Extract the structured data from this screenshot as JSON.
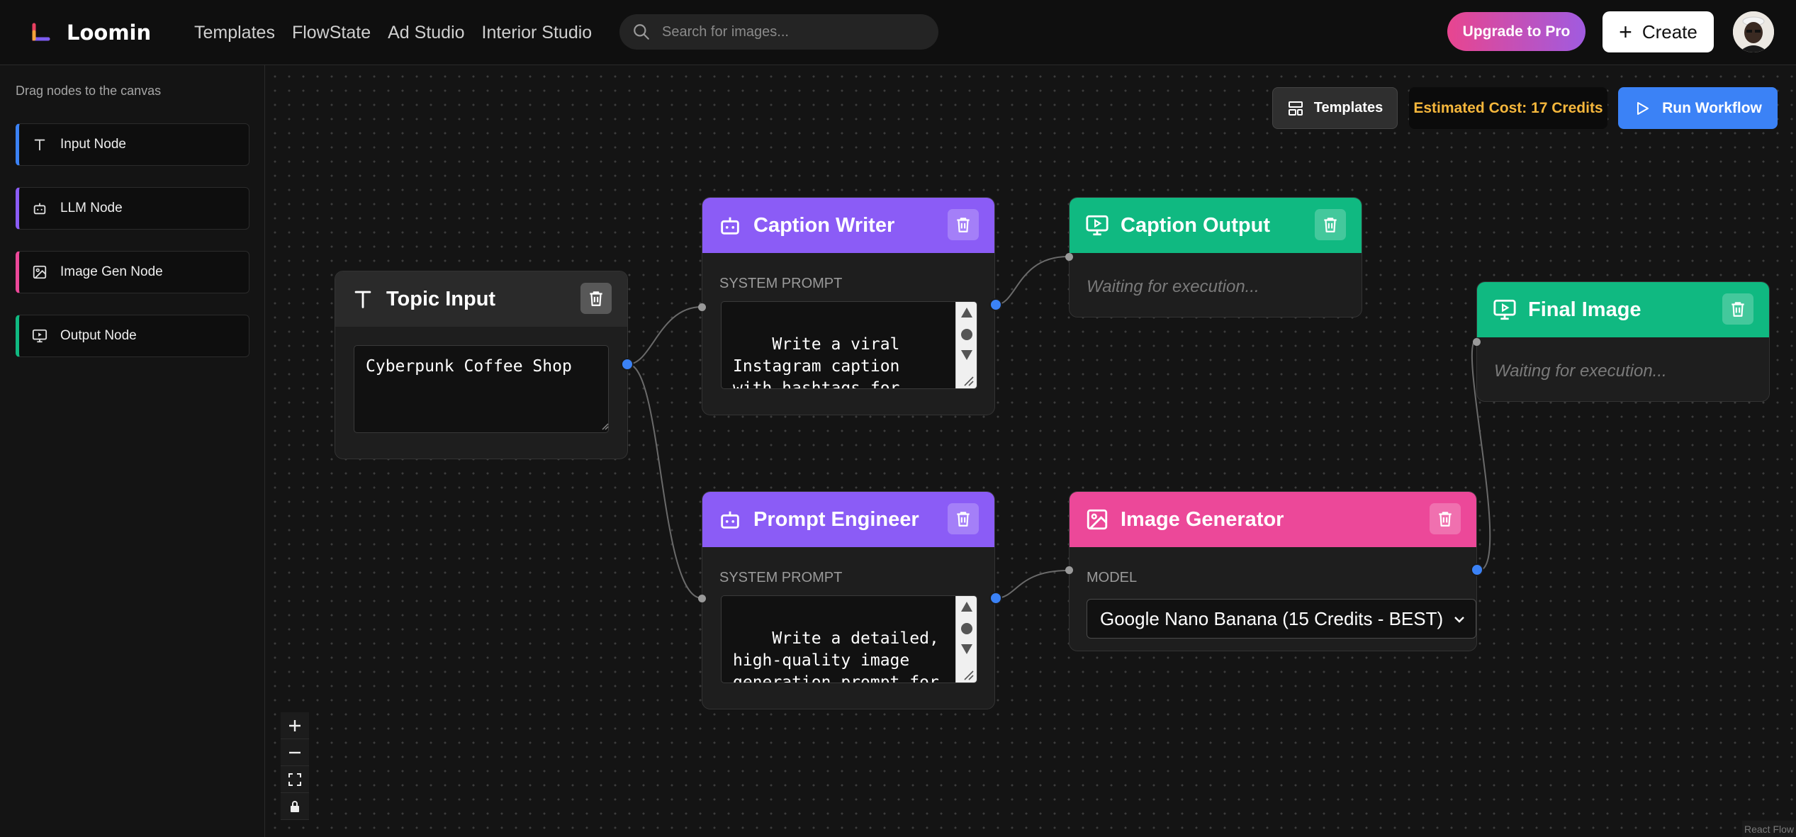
{
  "app": {
    "name": "Loomin",
    "nav": [
      "Templates",
      "FlowState",
      "Ad Studio",
      "Interior Studio"
    ],
    "search_placeholder": "Search for images...",
    "upgrade_label": "Upgrade to Pro",
    "create_label": "Create",
    "create_icon": "+"
  },
  "sidebar": {
    "hint": "Drag nodes to the canvas",
    "items": [
      {
        "label": "Input Node",
        "icon": "text-icon",
        "color": "#3b82f6"
      },
      {
        "label": "LLM Node",
        "icon": "bot-icon",
        "color": "#8b5cf6"
      },
      {
        "label": "Image Gen Node",
        "icon": "image-icon",
        "color": "#ec4899"
      },
      {
        "label": "Output Node",
        "icon": "monitor-icon",
        "color": "#10b981"
      }
    ]
  },
  "toolbar": {
    "templates_label": "Templates",
    "cost_label": "Estimated Cost: 17 Credits",
    "run_label": "Run Workflow"
  },
  "nodes": {
    "topic_input": {
      "title": "Topic Input",
      "value": "Cyberpunk Coffee Shop"
    },
    "caption_writer": {
      "title": "Caption Writer",
      "label": "SYSTEM PROMPT",
      "prompt": "Write a viral Instagram caption with hashtags for this topic"
    },
    "prompt_engineer": {
      "title": "Prompt Engineer",
      "label": "SYSTEM PROMPT",
      "prompt": "Write a detailed, high-quality image generation prompt for this topic"
    },
    "caption_output": {
      "title": "Caption Output",
      "status": "Waiting for execution..."
    },
    "image_generator": {
      "title": "Image Generator",
      "label": "MODEL",
      "model": "Google Nano Banana (15 Credits - BEST)"
    },
    "final_image": {
      "title": "Final Image",
      "status": "Waiting for execution..."
    }
  },
  "colors": {
    "llm": "#8b5cf6",
    "output": "#10b981",
    "image_gen": "#ec4899",
    "input_header": "#2a2a2a",
    "accent": "#3b82f6",
    "cost": "#f6b73c"
  },
  "attribution": "React Flow"
}
